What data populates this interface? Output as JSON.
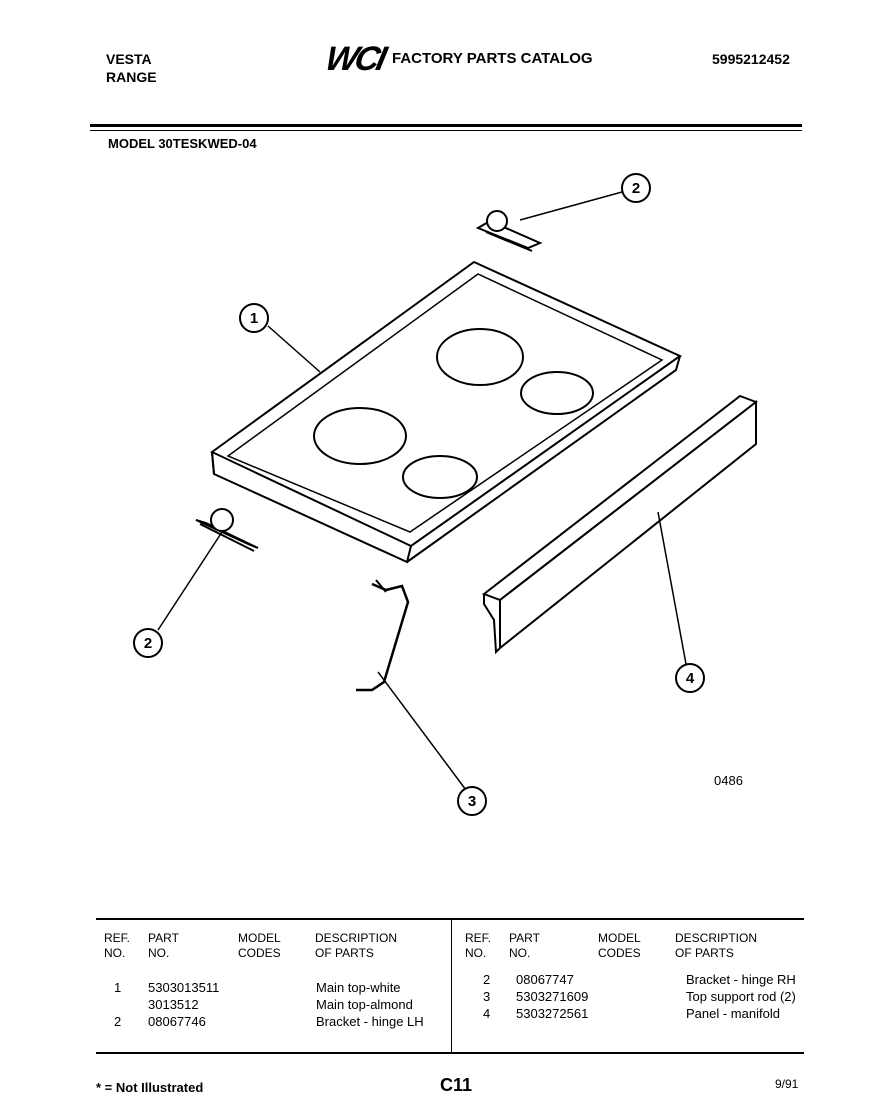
{
  "header": {
    "brand_line1": "VESTA",
    "brand_line2": "RANGE",
    "logo": "WCI",
    "catalog_title": "FACTORY PARTS CATALOG",
    "doc_number": "5995212452"
  },
  "model": "MODEL 30TESKWED-04",
  "diagram": {
    "callouts": [
      "1",
      "2",
      "2",
      "3",
      "4"
    ],
    "drawing_code": "0486"
  },
  "table": {
    "headers": {
      "ref_no": [
        "REF.",
        "NO."
      ],
      "part_no": [
        "PART",
        "NO."
      ],
      "model_codes": [
        "MODEL",
        "CODES"
      ],
      "description": [
        "DESCRIPTION",
        "OF PARTS"
      ]
    },
    "left_rows": [
      {
        "ref": "1",
        "part": "5303013511",
        "desc": "Main top-white"
      },
      {
        "ref": "",
        "part": "3013512",
        "desc": "Main top-almond"
      },
      {
        "ref": "2",
        "part": "08067746",
        "desc": "Bracket - hinge LH"
      }
    ],
    "right_rows": [
      {
        "ref": "2",
        "part": "08067747",
        "desc": "Bracket - hinge RH"
      },
      {
        "ref": "3",
        "part": "5303271609",
        "desc": "Top support rod (2)"
      },
      {
        "ref": "4",
        "part": "5303272561",
        "desc": "Panel - manifold"
      }
    ]
  },
  "footer": {
    "note": "* = Not Illustrated",
    "page": "C11",
    "date": "9/91"
  }
}
